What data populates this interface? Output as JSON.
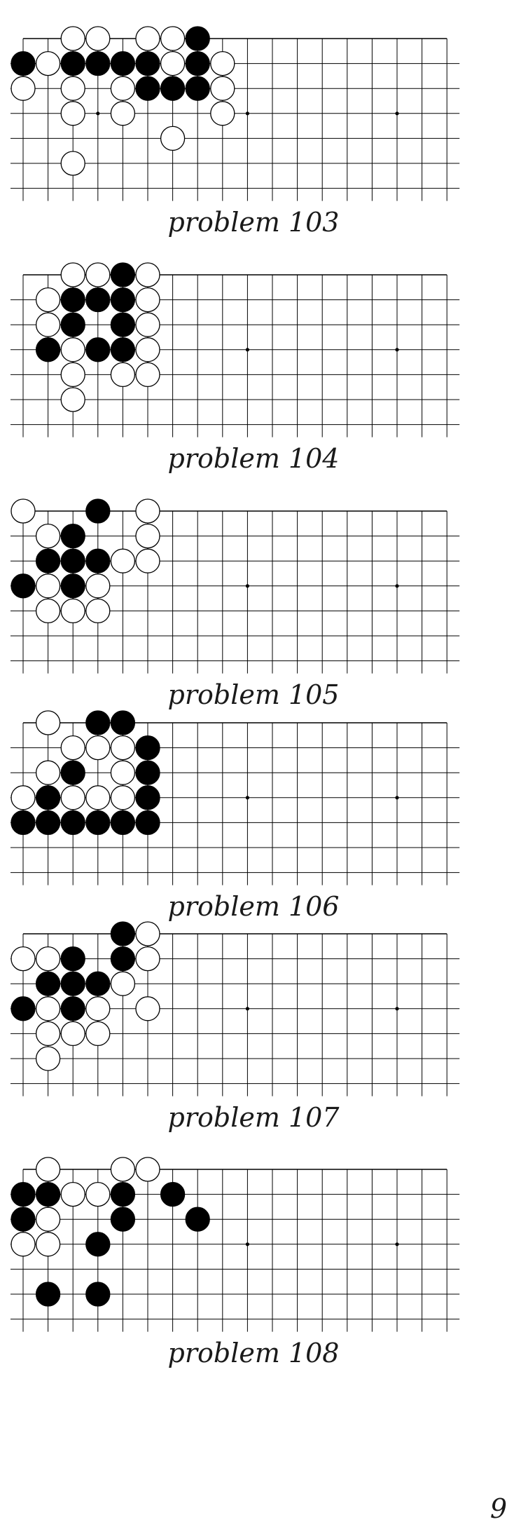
{
  "page_number": "9",
  "board": {
    "line_color": "#000000",
    "black_stone_color": "#000000",
    "white_stone_color": "#ffffff",
    "stone_outline_color": "#000000",
    "columns": 19,
    "rows_shown": 7,
    "cut_edges": [
      "left",
      "right",
      "bottom"
    ],
    "star_points": [
      [
        3,
        3
      ],
      [
        9,
        3
      ],
      [
        15,
        3
      ]
    ]
  },
  "problems": [
    {
      "caption": "problem 103",
      "stones": [
        {
          "c": "W",
          "x": 2,
          "y": 0
        },
        {
          "c": "W",
          "x": 3,
          "y": 0
        },
        {
          "c": "W",
          "x": 5,
          "y": 0
        },
        {
          "c": "W",
          "x": 6,
          "y": 0
        },
        {
          "c": "B",
          "x": 7,
          "y": 0
        },
        {
          "c": "B",
          "x": 0,
          "y": 1
        },
        {
          "c": "W",
          "x": 1,
          "y": 1
        },
        {
          "c": "B",
          "x": 2,
          "y": 1
        },
        {
          "c": "B",
          "x": 3,
          "y": 1
        },
        {
          "c": "B",
          "x": 4,
          "y": 1
        },
        {
          "c": "B",
          "x": 5,
          "y": 1
        },
        {
          "c": "W",
          "x": 6,
          "y": 1
        },
        {
          "c": "B",
          "x": 7,
          "y": 1
        },
        {
          "c": "W",
          "x": 8,
          "y": 1
        },
        {
          "c": "W",
          "x": 0,
          "y": 2
        },
        {
          "c": "W",
          "x": 2,
          "y": 2
        },
        {
          "c": "W",
          "x": 4,
          "y": 2
        },
        {
          "c": "B",
          "x": 5,
          "y": 2
        },
        {
          "c": "B",
          "x": 6,
          "y": 2
        },
        {
          "c": "B",
          "x": 7,
          "y": 2
        },
        {
          "c": "W",
          "x": 8,
          "y": 2
        },
        {
          "c": "W",
          "x": 2,
          "y": 3
        },
        {
          "c": "W",
          "x": 4,
          "y": 3
        },
        {
          "c": "W",
          "x": 8,
          "y": 3
        },
        {
          "c": "W",
          "x": 6,
          "y": 4
        },
        {
          "c": "W",
          "x": 2,
          "y": 5
        }
      ]
    },
    {
      "caption": "problem 104",
      "stones": [
        {
          "c": "W",
          "x": 2,
          "y": 0
        },
        {
          "c": "W",
          "x": 3,
          "y": 0
        },
        {
          "c": "B",
          "x": 4,
          "y": 0
        },
        {
          "c": "W",
          "x": 5,
          "y": 0
        },
        {
          "c": "W",
          "x": 1,
          "y": 1
        },
        {
          "c": "B",
          "x": 2,
          "y": 1
        },
        {
          "c": "B",
          "x": 3,
          "y": 1
        },
        {
          "c": "B",
          "x": 4,
          "y": 1
        },
        {
          "c": "W",
          "x": 5,
          "y": 1
        },
        {
          "c": "W",
          "x": 1,
          "y": 2
        },
        {
          "c": "B",
          "x": 2,
          "y": 2
        },
        {
          "c": "B",
          "x": 4,
          "y": 2
        },
        {
          "c": "W",
          "x": 5,
          "y": 2
        },
        {
          "c": "B",
          "x": 1,
          "y": 3
        },
        {
          "c": "W",
          "x": 2,
          "y": 3
        },
        {
          "c": "B",
          "x": 3,
          "y": 3
        },
        {
          "c": "B",
          "x": 4,
          "y": 3
        },
        {
          "c": "W",
          "x": 5,
          "y": 3
        },
        {
          "c": "W",
          "x": 2,
          "y": 4
        },
        {
          "c": "W",
          "x": 4,
          "y": 4
        },
        {
          "c": "W",
          "x": 5,
          "y": 4
        },
        {
          "c": "W",
          "x": 2,
          "y": 5
        }
      ]
    },
    {
      "caption": "problem 105",
      "stones": [
        {
          "c": "W",
          "x": 0,
          "y": 0
        },
        {
          "c": "B",
          "x": 3,
          "y": 0
        },
        {
          "c": "W",
          "x": 5,
          "y": 0
        },
        {
          "c": "W",
          "x": 1,
          "y": 1
        },
        {
          "c": "B",
          "x": 2,
          "y": 1
        },
        {
          "c": "W",
          "x": 5,
          "y": 1
        },
        {
          "c": "B",
          "x": 1,
          "y": 2
        },
        {
          "c": "B",
          "x": 2,
          "y": 2
        },
        {
          "c": "B",
          "x": 3,
          "y": 2
        },
        {
          "c": "W",
          "x": 4,
          "y": 2
        },
        {
          "c": "W",
          "x": 5,
          "y": 2
        },
        {
          "c": "B",
          "x": 0,
          "y": 3
        },
        {
          "c": "W",
          "x": 1,
          "y": 3
        },
        {
          "c": "B",
          "x": 2,
          "y": 3
        },
        {
          "c": "W",
          "x": 3,
          "y": 3
        },
        {
          "c": "W",
          "x": 1,
          "y": 4
        },
        {
          "c": "W",
          "x": 2,
          "y": 4
        },
        {
          "c": "W",
          "x": 3,
          "y": 4
        }
      ]
    },
    {
      "caption": "problem 106",
      "stones": [
        {
          "c": "W",
          "x": 1,
          "y": 0
        },
        {
          "c": "B",
          "x": 3,
          "y": 0
        },
        {
          "c": "B",
          "x": 4,
          "y": 0
        },
        {
          "c": "W",
          "x": 2,
          "y": 1
        },
        {
          "c": "W",
          "x": 3,
          "y": 1
        },
        {
          "c": "W",
          "x": 4,
          "y": 1
        },
        {
          "c": "B",
          "x": 5,
          "y": 1
        },
        {
          "c": "W",
          "x": 1,
          "y": 2
        },
        {
          "c": "B",
          "x": 2,
          "y": 2
        },
        {
          "c": "W",
          "x": 4,
          "y": 2
        },
        {
          "c": "B",
          "x": 5,
          "y": 2
        },
        {
          "c": "W",
          "x": 0,
          "y": 3
        },
        {
          "c": "B",
          "x": 1,
          "y": 3
        },
        {
          "c": "W",
          "x": 2,
          "y": 3
        },
        {
          "c": "W",
          "x": 3,
          "y": 3
        },
        {
          "c": "W",
          "x": 4,
          "y": 3
        },
        {
          "c": "B",
          "x": 5,
          "y": 3
        },
        {
          "c": "B",
          "x": 0,
          "y": 4
        },
        {
          "c": "B",
          "x": 1,
          "y": 4
        },
        {
          "c": "B",
          "x": 2,
          "y": 4
        },
        {
          "c": "B",
          "x": 3,
          "y": 4
        },
        {
          "c": "B",
          "x": 4,
          "y": 4
        },
        {
          "c": "B",
          "x": 5,
          "y": 4
        }
      ]
    },
    {
      "caption": "problem 107",
      "stones": [
        {
          "c": "B",
          "x": 4,
          "y": 0
        },
        {
          "c": "W",
          "x": 5,
          "y": 0
        },
        {
          "c": "W",
          "x": 0,
          "y": 1
        },
        {
          "c": "W",
          "x": 1,
          "y": 1
        },
        {
          "c": "B",
          "x": 2,
          "y": 1
        },
        {
          "c": "B",
          "x": 4,
          "y": 1
        },
        {
          "c": "W",
          "x": 5,
          "y": 1
        },
        {
          "c": "B",
          "x": 1,
          "y": 2
        },
        {
          "c": "B",
          "x": 2,
          "y": 2
        },
        {
          "c": "B",
          "x": 3,
          "y": 2
        },
        {
          "c": "W",
          "x": 4,
          "y": 2
        },
        {
          "c": "B",
          "x": 0,
          "y": 3
        },
        {
          "c": "W",
          "x": 1,
          "y": 3
        },
        {
          "c": "B",
          "x": 2,
          "y": 3
        },
        {
          "c": "W",
          "x": 3,
          "y": 3
        },
        {
          "c": "W",
          "x": 5,
          "y": 3
        },
        {
          "c": "W",
          "x": 1,
          "y": 4
        },
        {
          "c": "W",
          "x": 2,
          "y": 4
        },
        {
          "c": "W",
          "x": 3,
          "y": 4
        },
        {
          "c": "W",
          "x": 1,
          "y": 5
        }
      ]
    },
    {
      "caption": "problem 108",
      "stones": [
        {
          "c": "W",
          "x": 1,
          "y": 0
        },
        {
          "c": "W",
          "x": 4,
          "y": 0
        },
        {
          "c": "W",
          "x": 5,
          "y": 0
        },
        {
          "c": "B",
          "x": 0,
          "y": 1
        },
        {
          "c": "B",
          "x": 1,
          "y": 1
        },
        {
          "c": "W",
          "x": 2,
          "y": 1
        },
        {
          "c": "W",
          "x": 3,
          "y": 1
        },
        {
          "c": "B",
          "x": 4,
          "y": 1
        },
        {
          "c": "B",
          "x": 6,
          "y": 1
        },
        {
          "c": "B",
          "x": 0,
          "y": 2
        },
        {
          "c": "W",
          "x": 1,
          "y": 2
        },
        {
          "c": "B",
          "x": 4,
          "y": 2
        },
        {
          "c": "B",
          "x": 7,
          "y": 2
        },
        {
          "c": "W",
          "x": 0,
          "y": 3
        },
        {
          "c": "W",
          "x": 1,
          "y": 3
        },
        {
          "c": "B",
          "x": 3,
          "y": 3
        },
        {
          "c": "B",
          "x": 1,
          "y": 5
        },
        {
          "c": "B",
          "x": 3,
          "y": 5
        }
      ]
    }
  ]
}
